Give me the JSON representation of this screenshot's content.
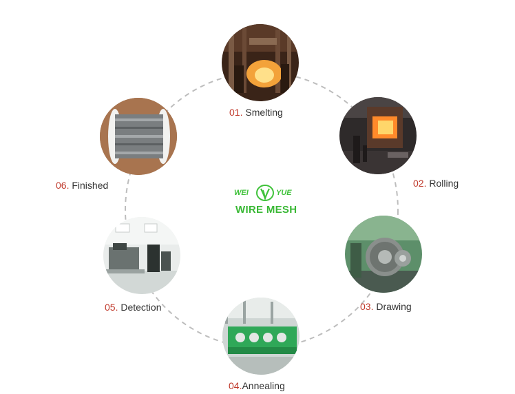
{
  "steps": [
    {
      "id": "smelting",
      "num": "01.",
      "text": " Smelting",
      "icon": "furnace-photo"
    },
    {
      "id": "rolling",
      "num": "02.",
      "text": " Rolling",
      "icon": "hot-rolling-photo"
    },
    {
      "id": "drawing",
      "num": "03.",
      "text": " Drawing",
      "icon": "wire-drawing-machine-photo"
    },
    {
      "id": "annealing",
      "num": "04.",
      "text": "Annealing",
      "icon": "annealing-line-photo"
    },
    {
      "id": "detection",
      "num": "05.",
      "text": " Detection",
      "icon": "lab-equipment-photo"
    },
    {
      "id": "finished",
      "num": "06.",
      "text": " Finished",
      "icon": "wire-spool-photo"
    }
  ],
  "logo": {
    "word_left": "WEI",
    "word_right": "YUE",
    "subtitle": "WIRE MESH",
    "color": "#3fc23a"
  },
  "colors": {
    "number": "#c0392b",
    "text": "#333333",
    "ring": "#b8b8b8"
  }
}
